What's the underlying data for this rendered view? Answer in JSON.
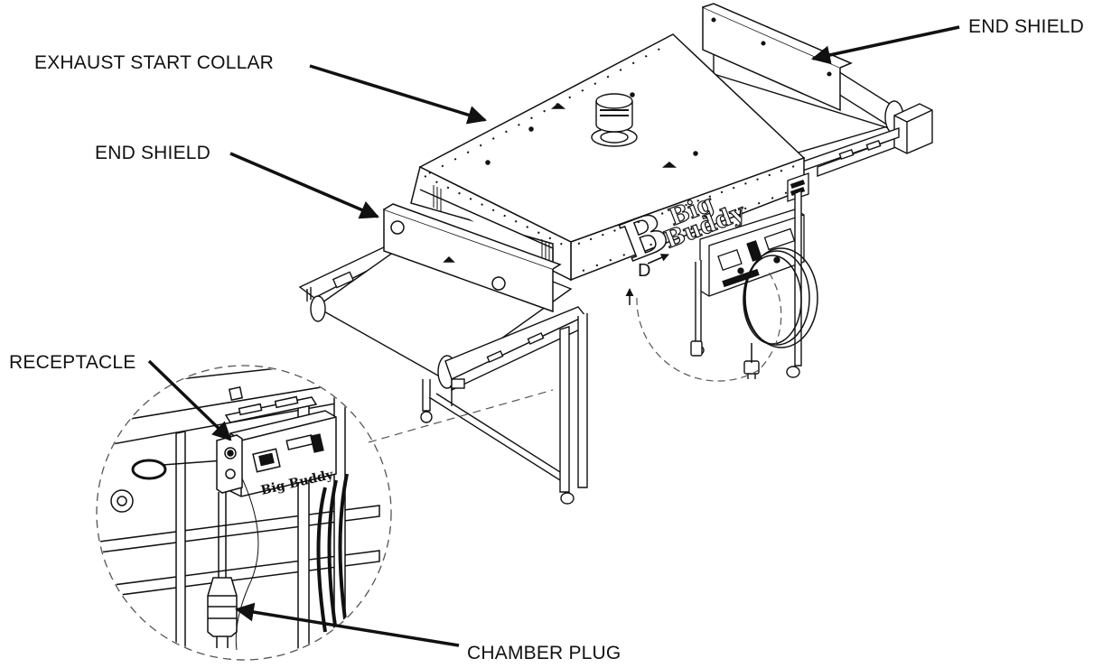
{
  "labels": {
    "exhaust_start_collar": "EXHAUST START COLLAR",
    "end_shield_right": "END SHIELD",
    "end_shield_left": "END SHIELD",
    "receptacle": "RECEPTACLE",
    "chamber_plug": "CHAMBER PLUG"
  },
  "branding": {
    "logo_text": "Big Buddy",
    "logo_letter": "B"
  },
  "detail_marker": "D",
  "colors": {
    "line": "#111111",
    "fill": "#ffffff",
    "light_line": "#555555",
    "background": "#ffffff"
  }
}
